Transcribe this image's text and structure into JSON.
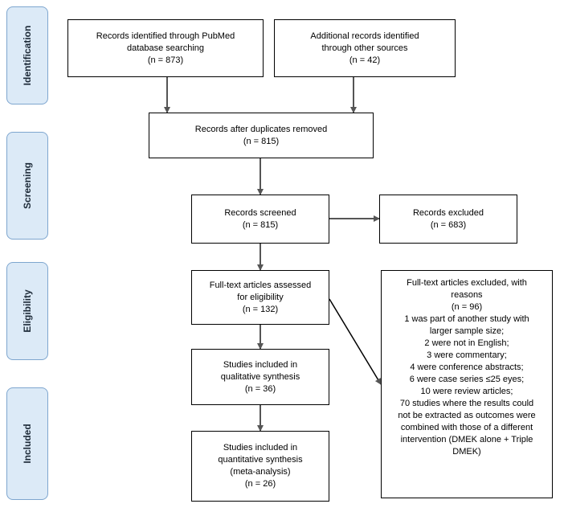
{
  "phases": {
    "identification": "Identification",
    "screening": "Screening",
    "eligibility": "Eligibility",
    "included": "Included"
  },
  "boxes": {
    "pubmed": [
      "Records identified through PubMed",
      "database searching",
      "(n = 873)"
    ],
    "other": [
      "Additional records identified",
      "through other sources",
      "(n = 42)"
    ],
    "duplicates": [
      "Records after duplicates removed",
      "(n = 815)"
    ],
    "screened": [
      "Records screened",
      "(n = 815)"
    ],
    "excluded": [
      "Records excluded",
      "(n = 683)"
    ],
    "fulltext": [
      "Full-text articles assessed",
      "for eligibility",
      "(n = 132)"
    ],
    "fulltext_excluded": [
      "Full-text articles excluded, with",
      "reasons",
      "(n = 96)",
      "1 was part of another study with",
      "larger sample size;",
      "2 were not in English;",
      "3 were commentary;",
      "4 were conference abstracts;",
      "6 were case series ≤25 eyes;",
      "10 were review articles;",
      "70 studies where the results could",
      "not be extracted as outcomes were",
      "combined with those of a different",
      "intervention (DMEK alone + Triple",
      "DMEK)"
    ],
    "qualitative": [
      "Studies included in",
      "qualitative synthesis",
      "(n = 36)"
    ],
    "quantitative": [
      "Studies included in",
      "quantitative synthesis",
      "(meta-analysis)",
      "(n = 26)"
    ]
  },
  "colors": {
    "phase_fill": "#dceaf7",
    "phase_border": "#7ea6cf",
    "box_border": "#000000",
    "arrow": "#555555"
  }
}
